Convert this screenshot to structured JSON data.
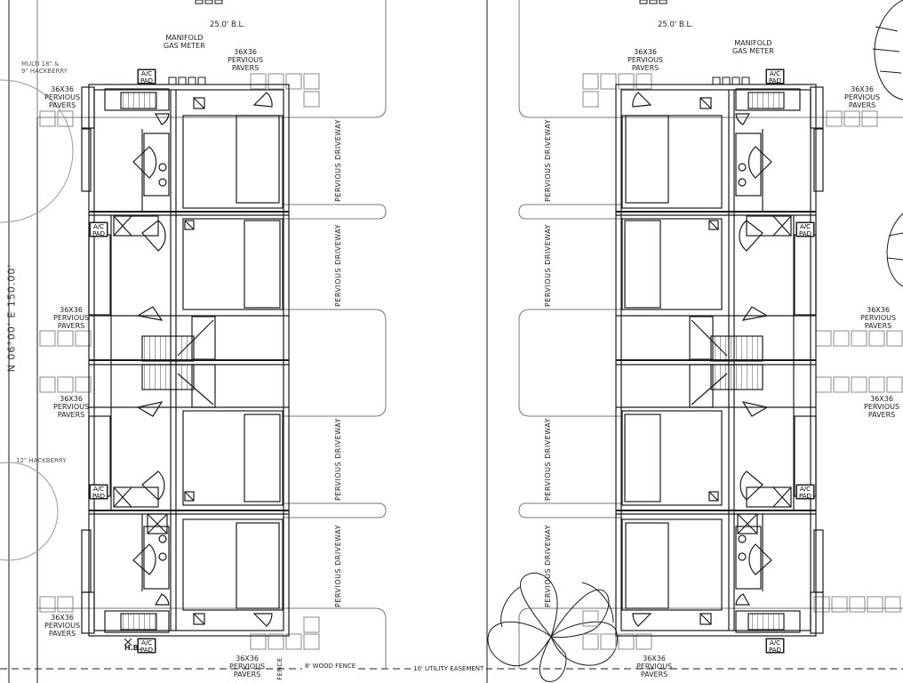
{
  "labels": {
    "building_line_left": "25.0' B.L.",
    "building_line_right": "25.0' B.L.",
    "manifold_left": "MANIFOLD\nGAS METER",
    "manifold_right": "MANIFOLD\nGAS METER",
    "pavers": "36X36\nPERVIOUS\nPAVERS",
    "driveway": "PERVIOUS DRIVEWAY",
    "ac_pad": "A/C\nPAD",
    "tree_multi": "MULTI 18\" &\n9\" HACKBERRY",
    "tree_12": "12\" HACKBERRY",
    "bearing": "N 06°00' E   150.00'",
    "hose_bib": "H.B.",
    "utility_easement": "10' UTILITY EASEMENT",
    "wood_fence": "8' WOOD FENCE",
    "fence_fragment": "FENCE"
  },
  "colors": {
    "line": "#1a1a1a",
    "light": "#9a9a9a",
    "paper": "#ffffff"
  }
}
